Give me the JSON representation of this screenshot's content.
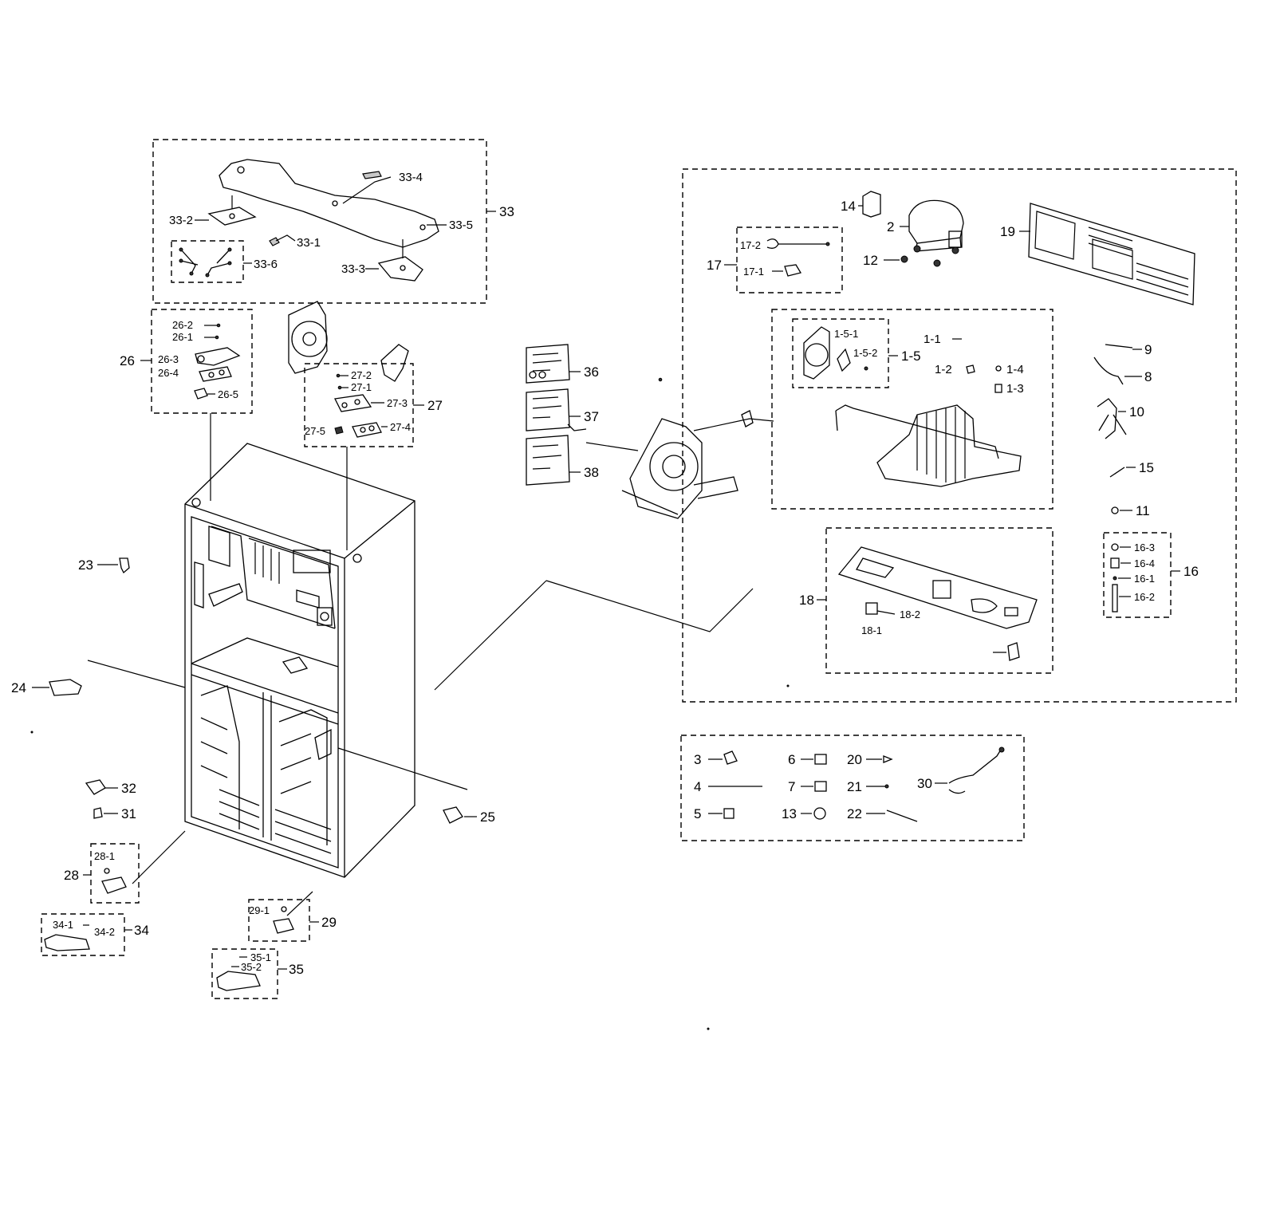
{
  "labels": {
    "l1_1": "1-1",
    "l1_2": "1-2",
    "l1_3": "1-3",
    "l1_4": "1-4",
    "l1_5": "1-5",
    "l1_5_1": "1-5-1",
    "l1_5_2": "1-5-2",
    "l2": "2",
    "l3": "3",
    "l4": "4",
    "l5": "5",
    "l6": "6",
    "l7": "7",
    "l8": "8",
    "l9": "9",
    "l10": "10",
    "l11": "11",
    "l12": "12",
    "l13": "13",
    "l14": "14",
    "l15": "15",
    "l16": "16",
    "l16_1": "16-1",
    "l16_2": "16-2",
    "l16_3": "16-3",
    "l16_4": "16-4",
    "l17": "17",
    "l17_1": "17-1",
    "l17_2": "17-2",
    "l18": "18",
    "l18_1": "18-1",
    "l18_2": "18-2",
    "l19": "19",
    "l20": "20",
    "l21": "21",
    "l22": "22",
    "l23": "23",
    "l24": "24",
    "l25": "25",
    "l26": "26",
    "l26_1": "26-1",
    "l26_2": "26-2",
    "l26_3": "26-3",
    "l26_4": "26-4",
    "l26_5": "26-5",
    "l27": "27",
    "l27_1": "27-1",
    "l27_2": "27-2",
    "l27_3": "27-3",
    "l27_4": "27-4",
    "l27_5": "27-5",
    "l28": "28",
    "l28_1": "28-1",
    "l29": "29",
    "l29_1": "29-1",
    "l30": "30",
    "l31": "31",
    "l32": "32",
    "l33": "33",
    "l33_1": "33-1",
    "l33_2": "33-2",
    "l33_3": "33-3",
    "l33_4": "33-4",
    "l33_5": "33-5",
    "l33_6": "33-6",
    "l34": "34",
    "l34_1": "34-1",
    "l34_2": "34-2",
    "l35": "35",
    "l35_1": "35-1",
    "l35_2": "35-2",
    "l36": "36",
    "l37": "37",
    "l38": "38"
  }
}
